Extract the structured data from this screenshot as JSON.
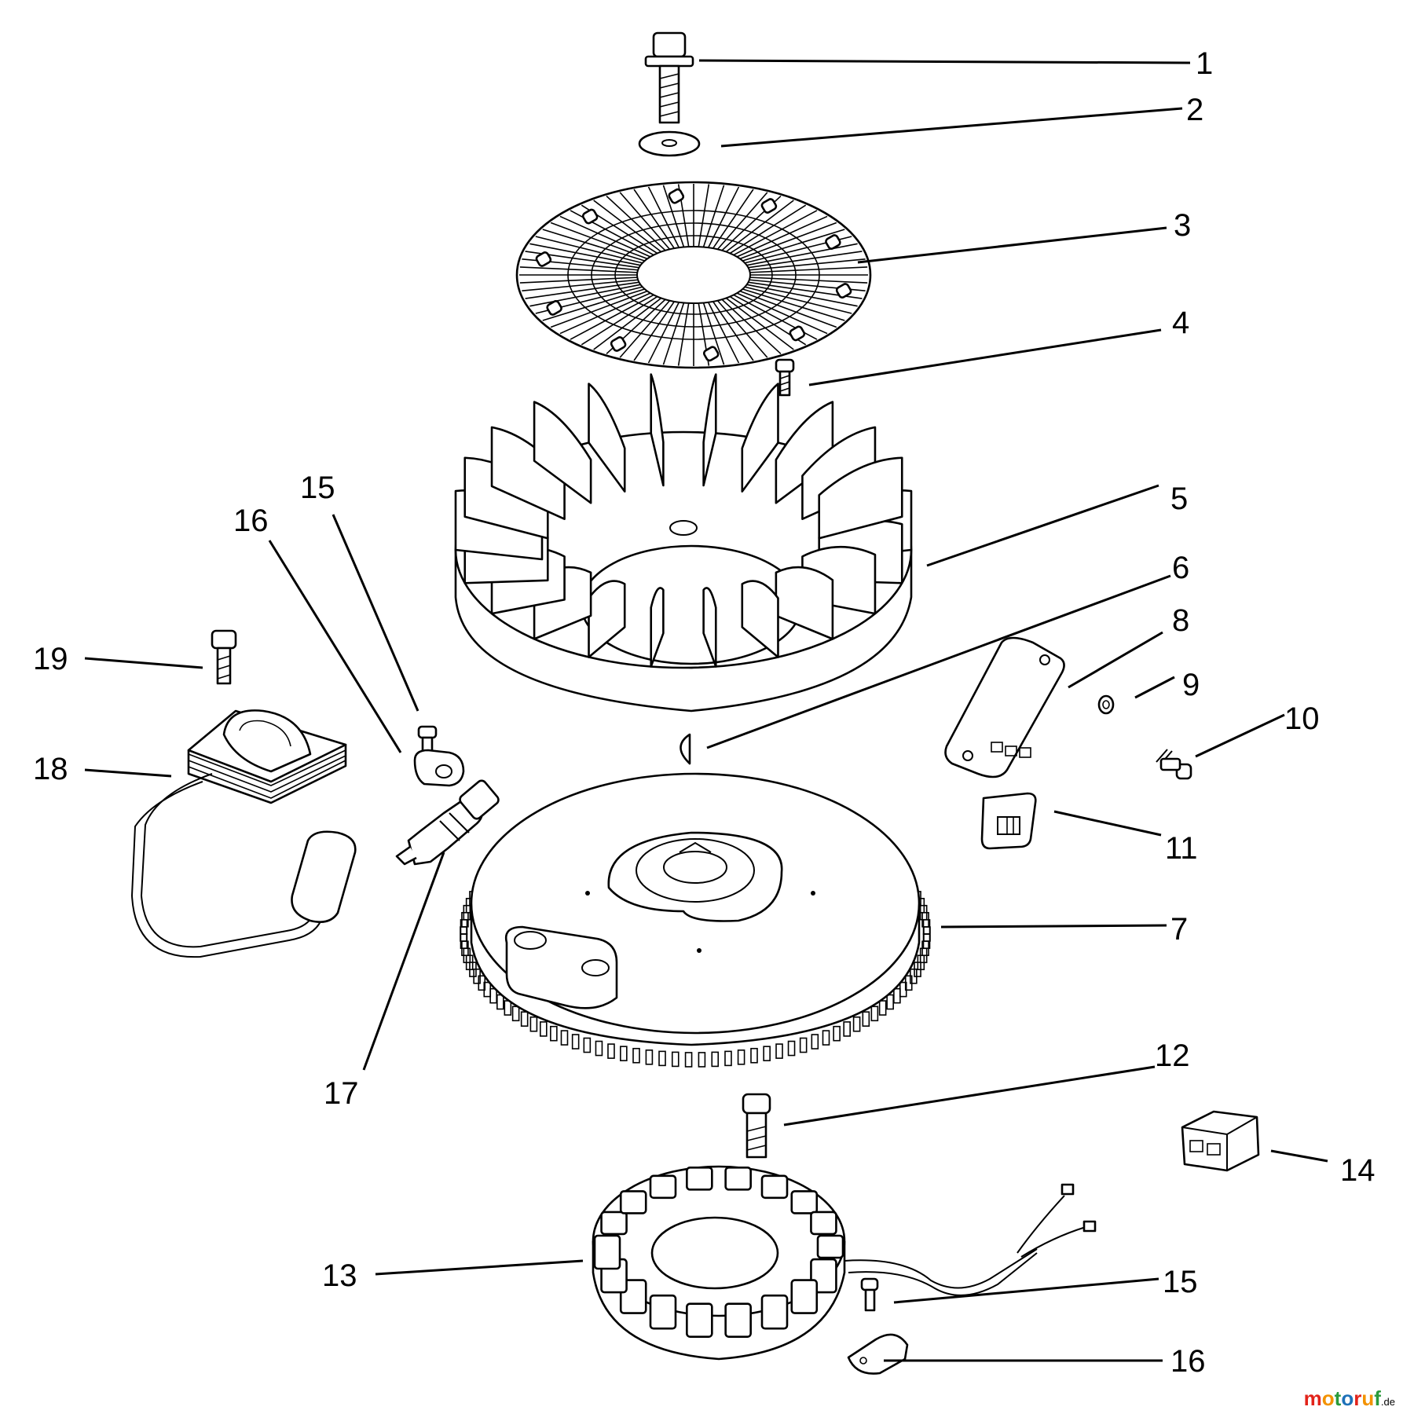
{
  "callouts": [
    "1",
    "2",
    "3",
    "4",
    "5",
    "6",
    "8",
    "9",
    "10",
    "11",
    "7",
    "12",
    "14",
    "13",
    "15",
    "16",
    "15",
    "16",
    "19",
    "18",
    "17"
  ],
  "watermark": {
    "name": "motoruf",
    "suffix": ".de",
    "colors": [
      "#e2231a",
      "#f39200",
      "#2a9a3a",
      "#1d71b8"
    ]
  }
}
